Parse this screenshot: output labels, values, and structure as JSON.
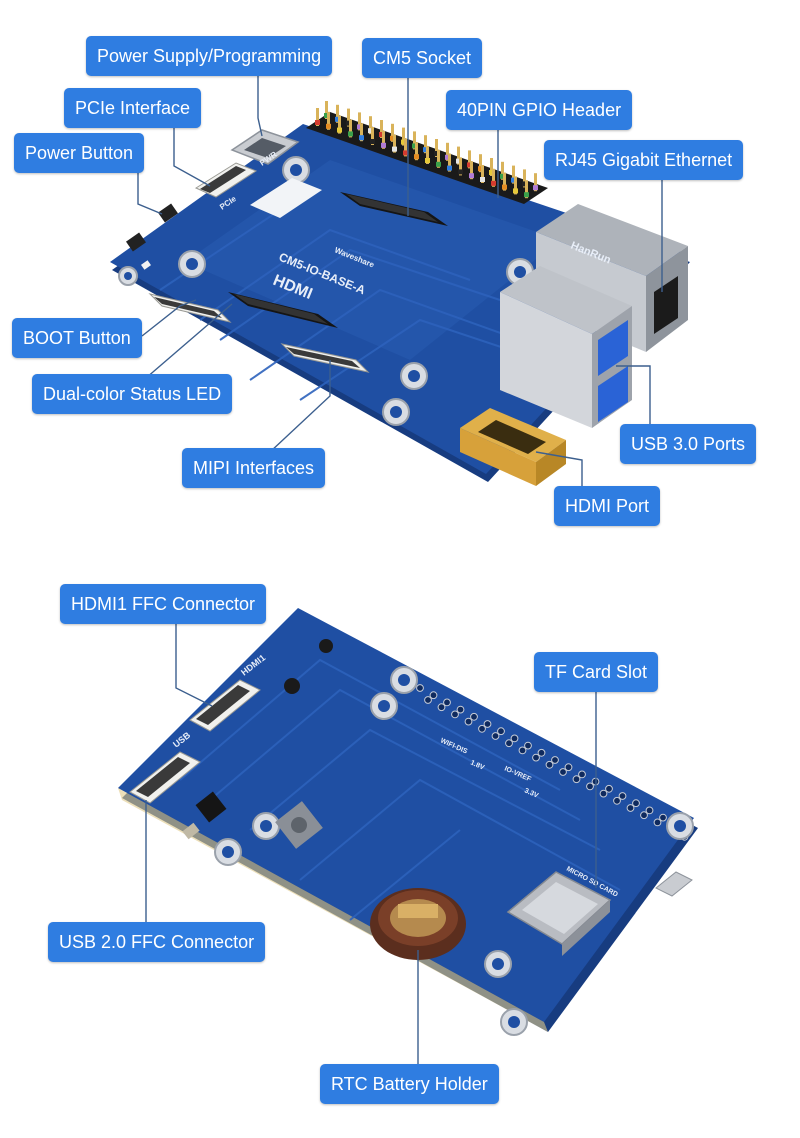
{
  "colors": {
    "label_bg": "#2f7de1",
    "leader": "#3c5f8e",
    "pcb_blue": "#1f4fa3",
    "pcb_edge": "#173c80",
    "metal": "#c9ccd1",
    "gold": "#d7a13a"
  },
  "top_view": {
    "labels": [
      {
        "id": "power_supply",
        "text": "Power Supply/Programming"
      },
      {
        "id": "cm5_socket",
        "text": "CM5 Socket"
      },
      {
        "id": "pcie",
        "text": "PCIe Interface"
      },
      {
        "id": "gpio",
        "text": "40PIN GPIO Header"
      },
      {
        "id": "power_button",
        "text": "Power Button"
      },
      {
        "id": "rj45",
        "text": "RJ45 Gigabit Ethernet"
      },
      {
        "id": "boot_button",
        "text": "BOOT Button"
      },
      {
        "id": "status_led",
        "text": "Dual-color Status LED"
      },
      {
        "id": "usb3",
        "text": "USB 3.0 Ports"
      },
      {
        "id": "mipi",
        "text": "MIPI Interfaces"
      },
      {
        "id": "hdmi",
        "text": "HDMI Port"
      }
    ],
    "silkscreen": {
      "board_name": "CM5-IO-BASE-A",
      "brand": "Waveshare",
      "hdmi_logo": "HDMI",
      "pcie_mark": "PCIe",
      "pwr_mark": "PWR",
      "rj45_brand": "HanRun"
    }
  },
  "bottom_view": {
    "labels": [
      {
        "id": "hdmi1_ffc",
        "text": "HDMI1 FFC Connector"
      },
      {
        "id": "tf_slot",
        "text": "TF Card Slot"
      },
      {
        "id": "usb2_ffc",
        "text": "USB 2.0 FFC Connector"
      },
      {
        "id": "rtc",
        "text": "RTC Battery Holder"
      }
    ],
    "silkscreen": {
      "hdmi1_mark": "HDMI1",
      "usb_mark": "USB",
      "card_mark": "MICRO SD CARD",
      "io_vref": "IO-VREF",
      "v33": "3.3V",
      "v18": "1.8V",
      "wifi": "WIFI-DIS"
    }
  }
}
